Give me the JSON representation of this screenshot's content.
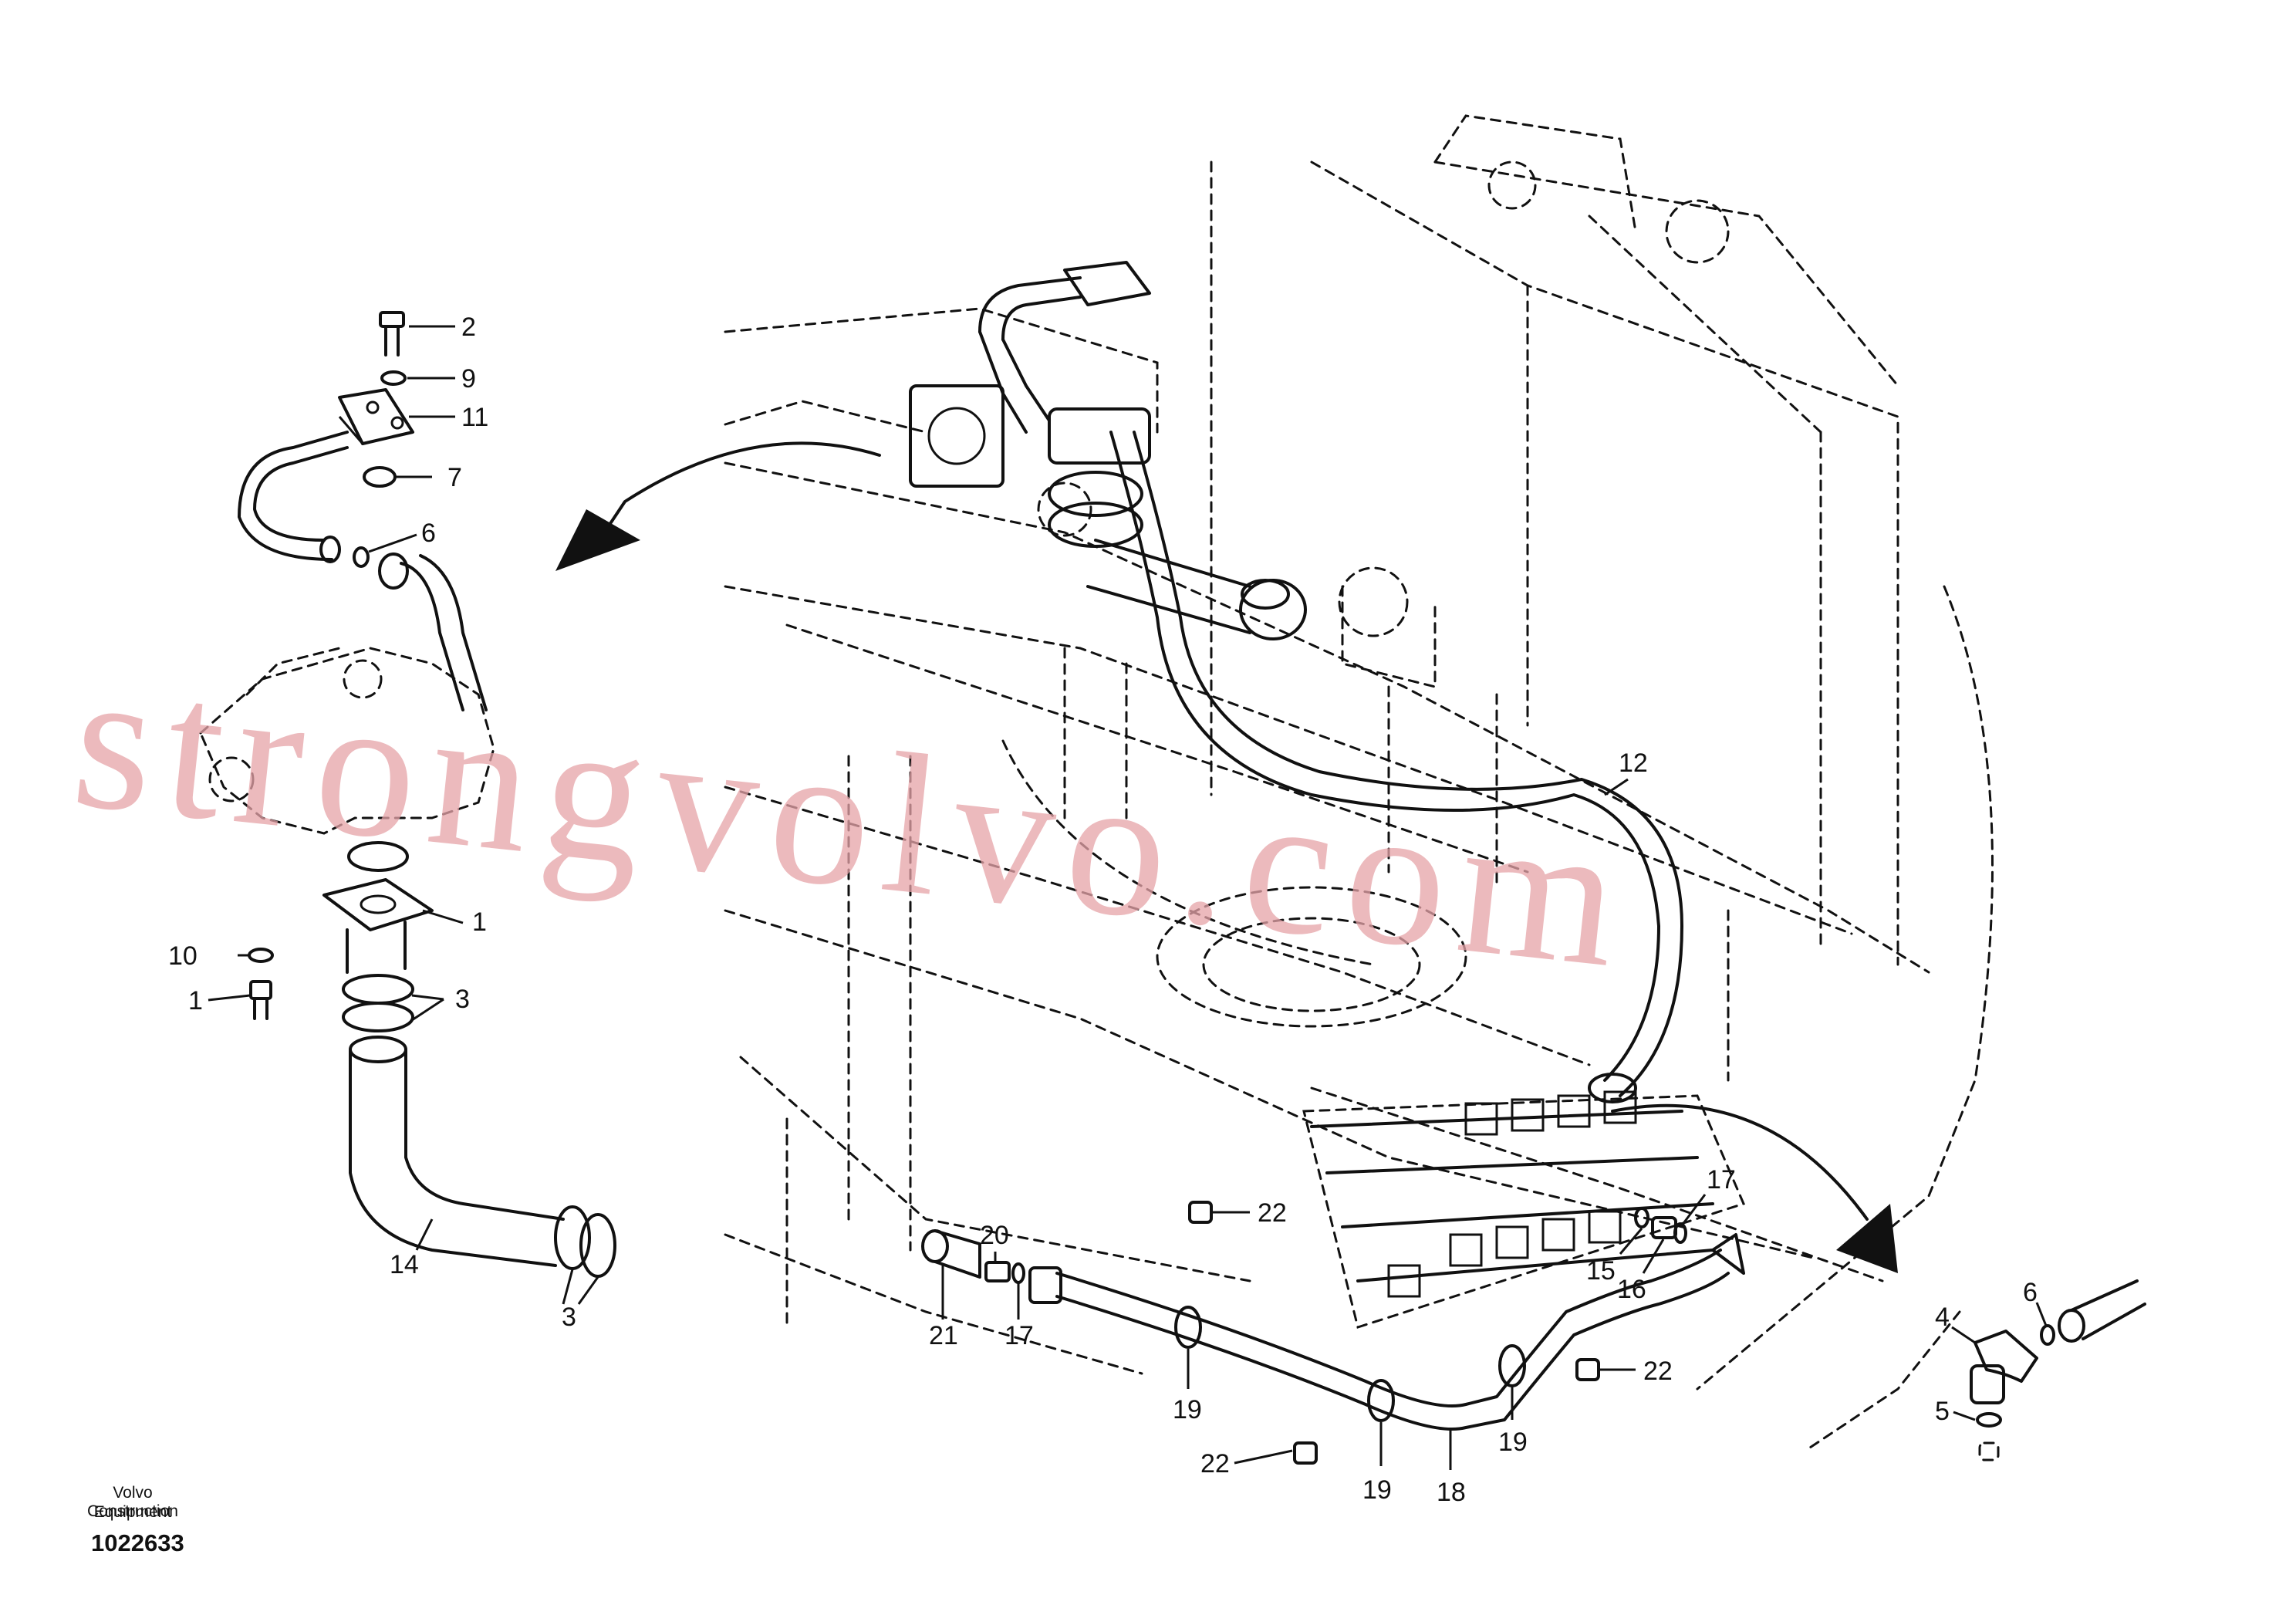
{
  "caption": {
    "company_line1": "Volvo Construction",
    "company_line2": "Equipment",
    "drawing_number": "1022633"
  },
  "watermark": "strongvolvo.com",
  "callouts": [
    {
      "id": "c-2",
      "label": "2"
    },
    {
      "id": "c-9",
      "label": "9"
    },
    {
      "id": "c-11",
      "label": "11"
    },
    {
      "id": "c-7",
      "label": "7"
    },
    {
      "id": "c-6a",
      "label": "6"
    },
    {
      "id": "c-1a",
      "label": "1"
    },
    {
      "id": "c-10",
      "label": "10"
    },
    {
      "id": "c-1b",
      "label": "1"
    },
    {
      "id": "c-3a",
      "label": "3"
    },
    {
      "id": "c-14",
      "label": "14"
    },
    {
      "id": "c-3b",
      "label": "3"
    },
    {
      "id": "c-12",
      "label": "12"
    },
    {
      "id": "c-20",
      "label": "20"
    },
    {
      "id": "c-21",
      "label": "21"
    },
    {
      "id": "c-17a",
      "label": "17"
    },
    {
      "id": "c-22a",
      "label": "22"
    },
    {
      "id": "c-17b",
      "label": "17"
    },
    {
      "id": "c-15",
      "label": "15"
    },
    {
      "id": "c-16",
      "label": "16"
    },
    {
      "id": "c-19a",
      "label": "19"
    },
    {
      "id": "c-22b",
      "label": "22"
    },
    {
      "id": "c-19b",
      "label": "19"
    },
    {
      "id": "c-22c",
      "label": "22"
    },
    {
      "id": "c-19c",
      "label": "19"
    },
    {
      "id": "c-18",
      "label": "18"
    },
    {
      "id": "c-4",
      "label": "4"
    },
    {
      "id": "c-6b",
      "label": "6"
    },
    {
      "id": "c-5",
      "label": "5"
    }
  ]
}
